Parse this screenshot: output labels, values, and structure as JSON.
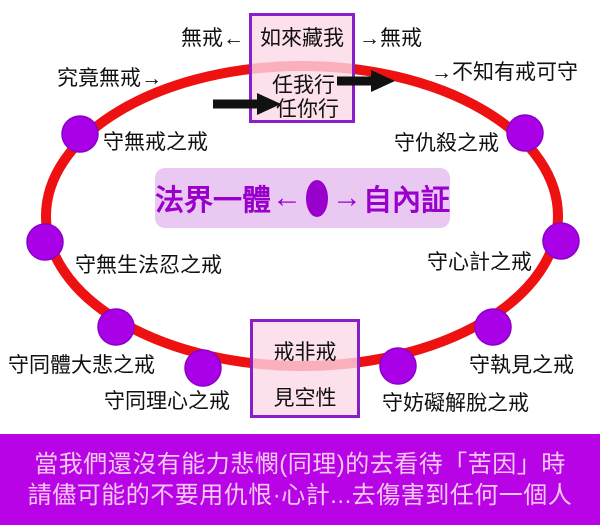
{
  "colors": {
    "ellipse_red": "#ee1111",
    "node_purple": "#aa00e8",
    "node_border": "#8a00c8",
    "box_border_purple": "#8a1ec8",
    "center_box_bg": "#e9c8f2",
    "center_text_purple": "#9900cc",
    "banner_bg": "#b703e6",
    "banner_text": "#f7c9f2"
  },
  "top_labels": {
    "no_precept_left": "無戒←",
    "no_precept_right": "→無戒",
    "ultimate_no_precept": "究竟無戒→",
    "unaware_precept": "→不知有戒可守"
  },
  "top_box": {
    "title": "如來藏我",
    "line1": "任我行",
    "line2": "任你行"
  },
  "center_box": {
    "left_text": "法界一體",
    "arrow_left": "←",
    "arrow_right": "→",
    "right_text": "自內証"
  },
  "bottom_box": {
    "line1": "戒非戒",
    "line2": "見空性"
  },
  "nodes": [
    {
      "label": "守無戒之戒"
    },
    {
      "label": "守仇殺之戒"
    },
    {
      "label": "守無生法忍之戒"
    },
    {
      "label": "守心計之戒"
    },
    {
      "label": "守同體大悲之戒"
    },
    {
      "label": "守執見之戒"
    },
    {
      "label": "守同理心之戒"
    },
    {
      "label": "守妨礙解脫之戒"
    }
  ],
  "banner": {
    "line1": "當我們還沒有能力悲憫(同理)的去看待「苦因」時",
    "line2": "請儘可能的不要用仇恨·心計...去傷害到任何一個人"
  }
}
